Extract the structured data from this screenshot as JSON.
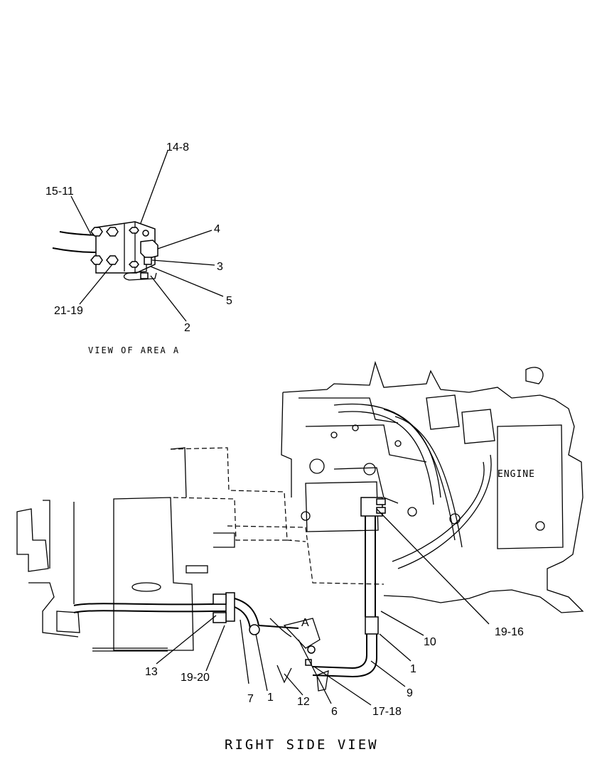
{
  "detail_view": {
    "caption": "VIEW OF AREA A",
    "labels": {
      "l_14_8": "14-8",
      "l_15_11": "15-11",
      "l_4": "4",
      "l_3": "3",
      "l_5": "5",
      "l_21_19": "21-19",
      "l_2": "2"
    }
  },
  "main_view": {
    "caption": "RIGHT SIDE VIEW",
    "engine_label": "ENGINE",
    "area_marker": "A",
    "labels": {
      "l_19_16": "19-16",
      "l_10": "10",
      "l_1_right": "1",
      "l_9": "9",
      "l_17_18": "17-18",
      "l_6": "6",
      "l_12": "12",
      "l_1_left": "1",
      "l_7": "7",
      "l_19_20": "19-20",
      "l_13": "13"
    }
  }
}
